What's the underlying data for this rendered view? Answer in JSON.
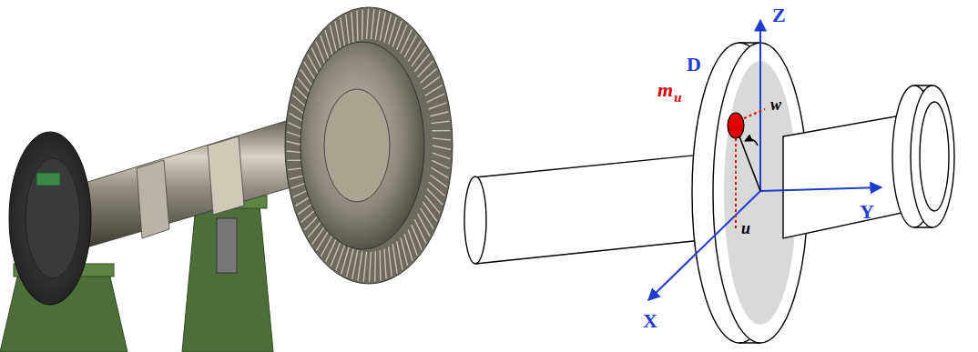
{
  "diagram": {
    "labels": [
      "Z",
      "D",
      "m",
      "u",
      "w",
      "u",
      "Y",
      "X"
    ]
  }
}
